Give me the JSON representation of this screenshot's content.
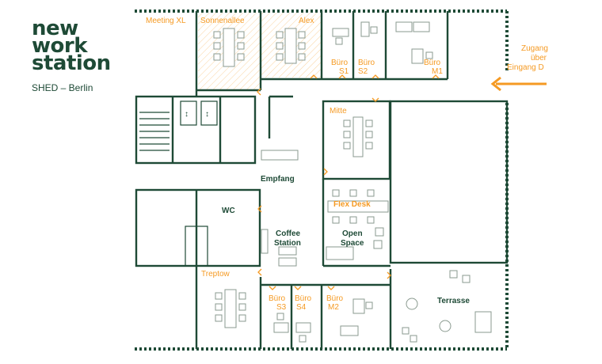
{
  "brand": {
    "line1": "new",
    "line2": "work",
    "line3": "station",
    "subtitle": "SHED – Berlin"
  },
  "entrance": {
    "line1": "Zugang",
    "line2": "über",
    "line3": "Eingang D"
  },
  "rooms": {
    "meeting_xl": "Meeting XL",
    "sonnenallee": "Sonnenallee",
    "alex": "Alex",
    "buero_s1_a": "Büro",
    "buero_s1_b": "S1",
    "buero_s2_a": "Büro",
    "buero_s2_b": "S2",
    "buero_m1_a": "Büro",
    "buero_m1_b": "M1",
    "mitte": "Mitte",
    "empfang": "Empfang",
    "wc": "WC",
    "flex_desk": "Flex Desk",
    "coffee_a": "Coffee",
    "coffee_b": "Station",
    "open_a": "Open",
    "open_b": "Space",
    "treptow": "Treptow",
    "buero_s3_a": "Büro",
    "buero_s3_b": "S3",
    "buero_s4_a": "Büro",
    "buero_s4_b": "S4",
    "buero_m2_a": "Büro",
    "buero_m2_b": "M2",
    "terrasse": "Terrasse"
  },
  "colors": {
    "accent": "#f59a23",
    "brand": "#1e4a36"
  }
}
